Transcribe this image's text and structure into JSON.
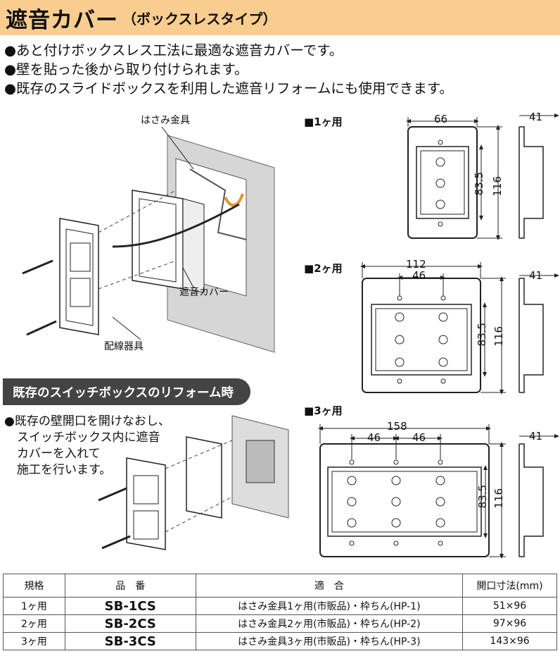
{
  "header": {
    "title": "遮音カバー",
    "subtitle": "（ボックスレスタイプ）"
  },
  "features": [
    "あと付けボックスレス工法に最適な遮音カバーです。",
    "壁を貼った後から取り付けられます。",
    "既存のスライドボックスを利用した遮音リフォームにも使用できます。"
  ],
  "install_diagram": {
    "label_clip": "はさみ金具",
    "label_cover": "遮音カバー",
    "label_device": "配線器具"
  },
  "reform": {
    "heading": "既存のスイッチボックスのリフォーム時",
    "note_lines": [
      "既存の壁開口を開けなおし、",
      "スイッチボックス内に遮音",
      "カバーを入れて",
      "施工を行います。"
    ]
  },
  "dimensions": [
    {
      "label": "1ヶ用",
      "width": "66",
      "height": "116",
      "inner": "83.5",
      "depth": "41",
      "pitch": []
    },
    {
      "label": "2ヶ用",
      "width": "112",
      "height": "116",
      "inner": "83.5",
      "depth": "41",
      "pitch": [
        "46"
      ]
    },
    {
      "label": "3ヶ用",
      "width": "158",
      "height": "116",
      "inner": "83.5",
      "depth": "41",
      "pitch": [
        "46",
        "46"
      ]
    }
  ],
  "table": {
    "headers": [
      "規格",
      "品　番",
      "適　合",
      "開口寸法(mm)"
    ],
    "rows": [
      [
        "1ヶ用",
        "SB-1CS",
        "はさみ金具1ヶ用(市販品)・枠ちん(HP-1)",
        "51×96"
      ],
      [
        "2ヶ用",
        "SB-2CS",
        "はさみ金具2ヶ用(市販品)・枠ちん(HP-2)",
        "97×96"
      ],
      [
        "3ヶ用",
        "SB-3CS",
        "はさみ金具3ヶ用(市販品)・枠ちん(HP-3)",
        "143×96"
      ]
    ]
  },
  "colors": {
    "title_band": "#f9cd90",
    "section_tab": "#444444",
    "line": "#222222"
  }
}
